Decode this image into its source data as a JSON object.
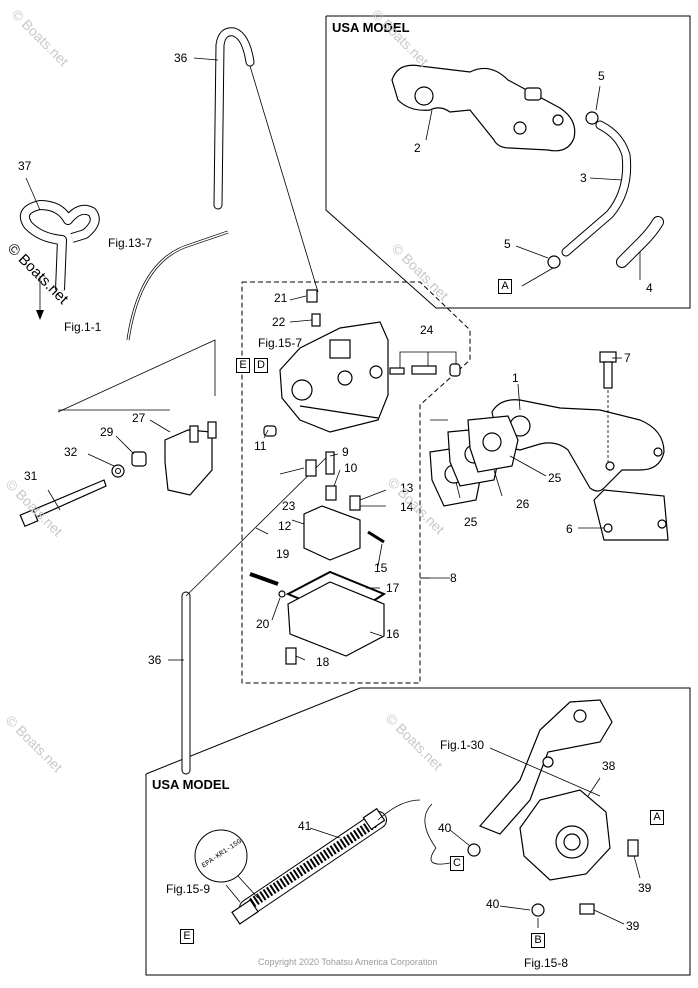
{
  "box_titles": {
    "top": "USA MODEL",
    "bottom": "USA MODEL"
  },
  "callouts": [
    "1",
    "2",
    "3",
    "4",
    "5",
    "5",
    "6",
    "7",
    "8",
    "9",
    "10",
    "11",
    "12",
    "13",
    "14",
    "15",
    "16",
    "17",
    "18",
    "19",
    "20",
    "21",
    "22",
    "23",
    "24",
    "25",
    "25",
    "26",
    "27",
    "29",
    "31",
    "32",
    "36",
    "36",
    "37",
    "38",
    "39",
    "39",
    "40",
    "40",
    "41"
  ],
  "figure_refs": {
    "fig13_7": "Fig.13-7",
    "fig1_1": "Fig.1-1",
    "fig15_7": "Fig.15-7",
    "fig1_30": "Fig.1-30",
    "fig15_9": "Fig.15-9",
    "fig15_8": "Fig.15-8"
  },
  "boxed_letters": {
    "a_top": "A",
    "a_bottom": "A",
    "b": "B",
    "c": "C",
    "d": "D",
    "e_top": "E",
    "e_bottom": "E"
  },
  "hose_print": "EPA-KR1-15G",
  "watermark": "© Boats.net",
  "copyright": "Copyright 2020 Tohatsu America Corporation"
}
